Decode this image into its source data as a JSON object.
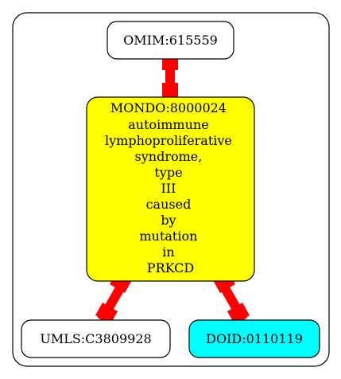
{
  "colors": {
    "edge": "#ff0000",
    "node_border": "#000000",
    "cluster_border": "#000000",
    "center_fill": "#ffff00",
    "doid_fill": "#00ffff",
    "default_fill": "#ffffff"
  },
  "nodes": {
    "omim": {
      "label": "OMIM:615559"
    },
    "mondo": {
      "lines": [
        "MONDO:8000024",
        "autoimmune",
        "lymphoproliferative",
        "syndrome,",
        "type",
        "III",
        "caused",
        "by",
        "mutation",
        "in",
        "PRKCD"
      ]
    },
    "umls": {
      "label": "UMLS:C3809928"
    },
    "doid": {
      "label": "DOID:0110119"
    }
  },
  "edges": [
    {
      "from": "omim",
      "to": "mondo"
    },
    {
      "from": "mondo",
      "to": "umls"
    },
    {
      "from": "mondo",
      "to": "doid"
    }
  ]
}
